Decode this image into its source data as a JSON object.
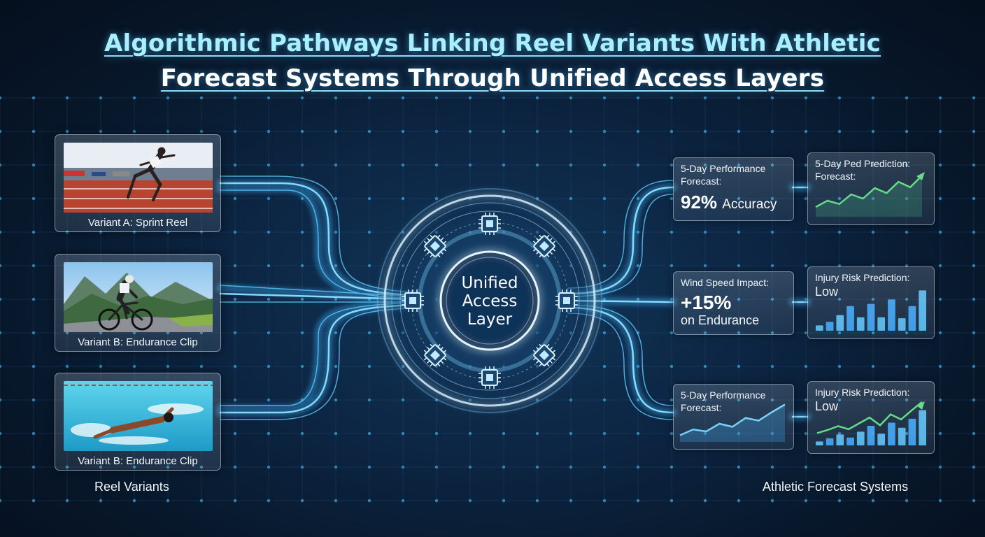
{
  "title": {
    "line1": "Algorithmic Pathways Linking Reel Variants With Athletic",
    "line2": "Forecast Systems Through Unified Access Layers"
  },
  "hub": {
    "line1": "Unified",
    "line2": "Access",
    "line3": "Layer"
  },
  "reels": [
    {
      "caption": "Variant A: Sprint Reel",
      "image": "sprinter-on-track"
    },
    {
      "caption": "Variant B: Endurance Clip",
      "image": "cyclist-on-mountain-road"
    },
    {
      "caption": "Variant B: Endurance Clip",
      "image": "swimmer-in-pool"
    }
  ],
  "cards": {
    "perf_accuracy": {
      "line1": "5-Day Performance",
      "line2": "Forecast:",
      "value": "92%",
      "value_suffix": "Accuracy"
    },
    "ped_prediction": {
      "line1": "5-Day Ped Prediction:",
      "line2": "Forecast:",
      "trend": [
        0.15,
        0.3,
        0.22,
        0.45,
        0.35,
        0.6,
        0.48,
        0.75,
        0.62,
        0.9
      ]
    },
    "wind": {
      "line1": "Wind Speed Impact:",
      "value": "+15%",
      "line3": "on Endurance"
    },
    "injury_low_bars": {
      "line1": "Injury Risk Prediction:",
      "line2": "Low",
      "bars": [
        0.12,
        0.2,
        0.35,
        0.55,
        0.3,
        0.6,
        0.3,
        0.7,
        0.28,
        0.55,
        0.9
      ]
    },
    "perf_chart": {
      "line1": "5-Day Performance",
      "line2": "Forecast:",
      "trend": [
        0.1,
        0.25,
        0.2,
        0.4,
        0.32,
        0.55,
        0.48,
        0.7,
        0.9
      ]
    },
    "injury_low_mixed": {
      "line1": "Injury Risk Prediction:",
      "line2": "Low",
      "bars": [
        0.1,
        0.18,
        0.28,
        0.2,
        0.35,
        0.5,
        0.3,
        0.58,
        0.45,
        0.68,
        0.9
      ]
    }
  },
  "footer": {
    "left": "Reel Variants",
    "right": "Athletic Forecast Systems"
  },
  "colors": {
    "accent": "#4fc8ff",
    "glow": "#39b4ff",
    "green": "#4bd36f",
    "background": "#0a1f3a"
  }
}
